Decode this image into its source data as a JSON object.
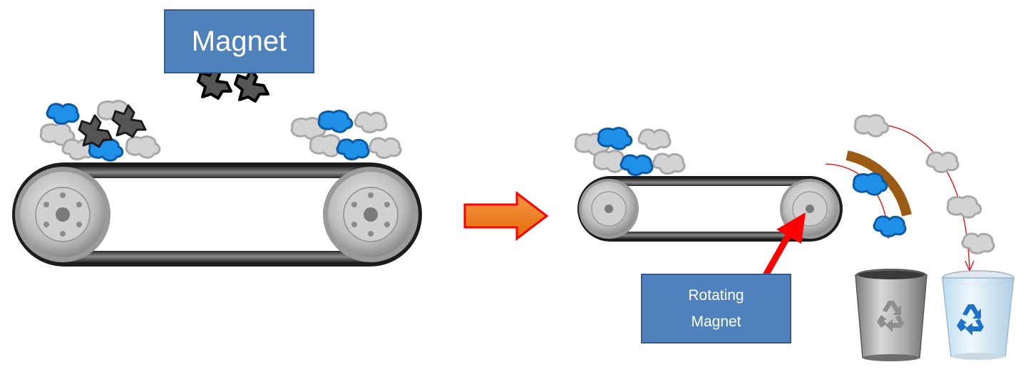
{
  "labels": {
    "magnet": "Magnet",
    "rotating_magnet_line1": "Rotating",
    "rotating_magnet_line2": "Magnet"
  },
  "icons": [
    "conveyor-belt-icon",
    "arrow-right-icon",
    "recycle-bin-icon",
    "glass-recycle-bin-icon",
    "magnet-arc-icon",
    "pointer-arrow-icon"
  ],
  "colors": {
    "label_fill": "#4f81bd",
    "label_border": "#385d8a",
    "blue_particle": "#1e90e8",
    "gray_particle": "#d3d3d3",
    "dark_particle": "#555555",
    "arrow_orange": "#e36c09",
    "arrow_red": "#ff0000",
    "magnet_arc": "#9c5b12",
    "trajectory": "#e02020"
  }
}
